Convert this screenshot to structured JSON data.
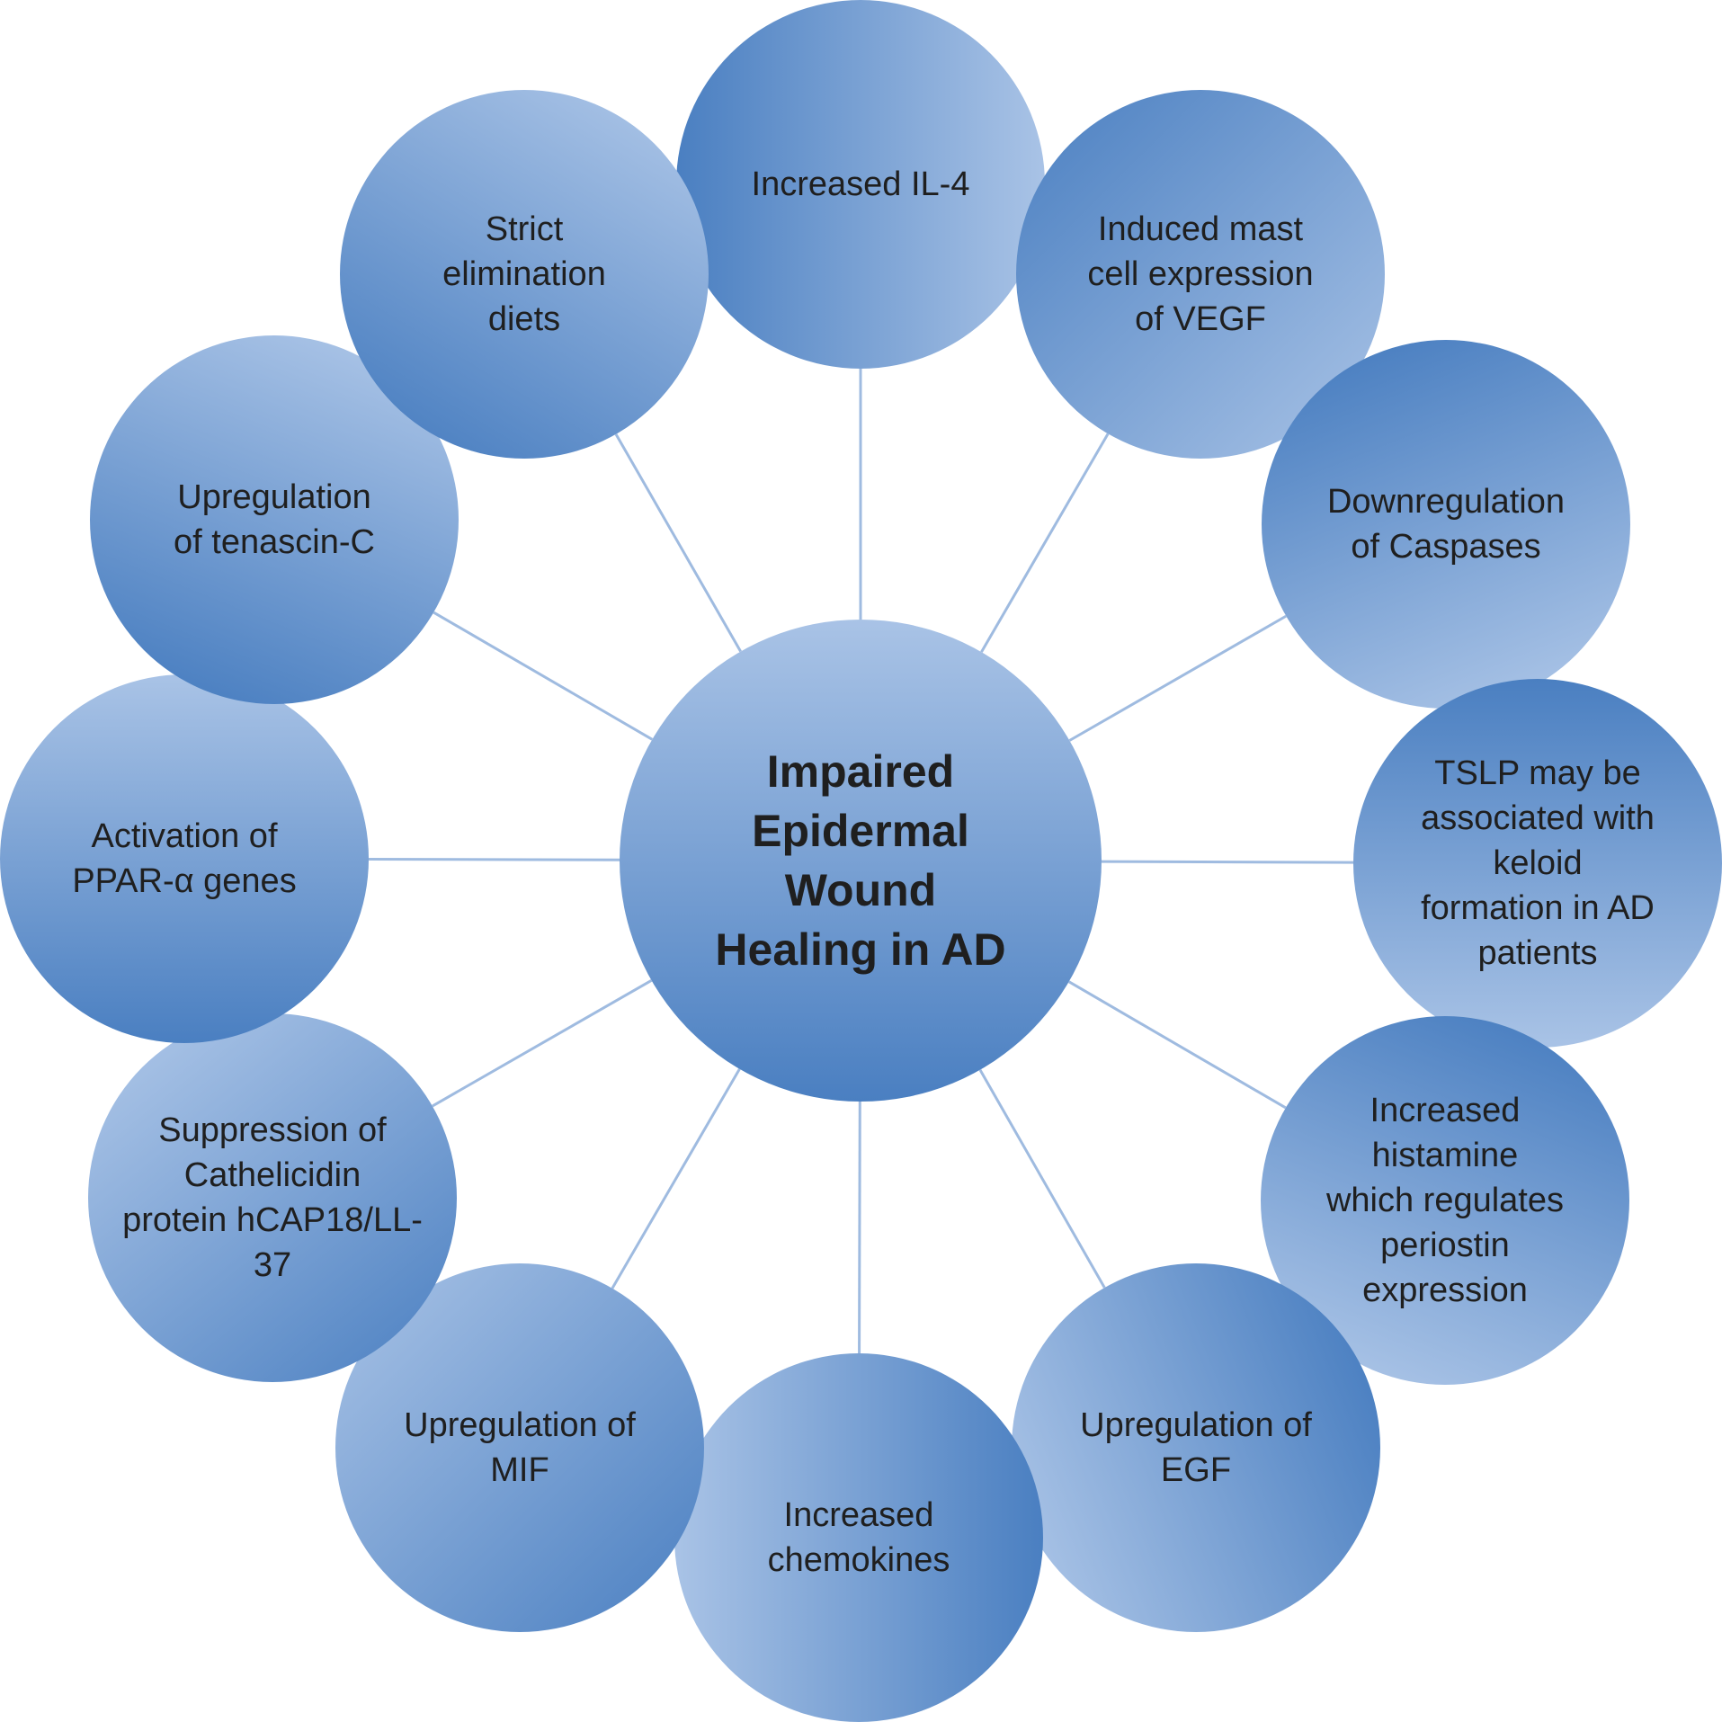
{
  "center": {
    "label": "Impaired\nEpidermal\nWound\nHealing in AD"
  },
  "nodes": [
    {
      "id": "increased-il4",
      "label": "Increased IL-4"
    },
    {
      "id": "induced-mast-cell-vegf",
      "label": "Induced mast\ncell expression\nof VEGF"
    },
    {
      "id": "downregulation-caspases",
      "label": "Downregulation\nof Caspases"
    },
    {
      "id": "tslp-keloid",
      "label": "TSLP may be\nassociated with\nkeloid\nformation in AD\npatients"
    },
    {
      "id": "increased-histamine",
      "label": "Increased\nhistamine\nwhich regulates\nperiostin\nexpression"
    },
    {
      "id": "upregulation-egf",
      "label": "Upregulation of\nEGF"
    },
    {
      "id": "increased-chemokines",
      "label": "Increased\nchemokines"
    },
    {
      "id": "upregulation-mif",
      "label": "Upregulation of\nMIF"
    },
    {
      "id": "suppression-cathelicidin",
      "label": "Suppression of\nCathelicidin\nprotein hCAP18/LL-\n37"
    },
    {
      "id": "activation-ppar",
      "label": "Activation of\nPPAR-α genes"
    },
    {
      "id": "upregulation-tenascin",
      "label": "Upregulation\nof tenascin-C"
    },
    {
      "id": "strict-elimination-diets",
      "label": "Strict\nelimination\ndiets"
    }
  ],
  "colors": {
    "dark": "#4a7fc1",
    "light": "#a9c3e6",
    "line": "#9fbbe0",
    "text": "#1f1f1f"
  }
}
